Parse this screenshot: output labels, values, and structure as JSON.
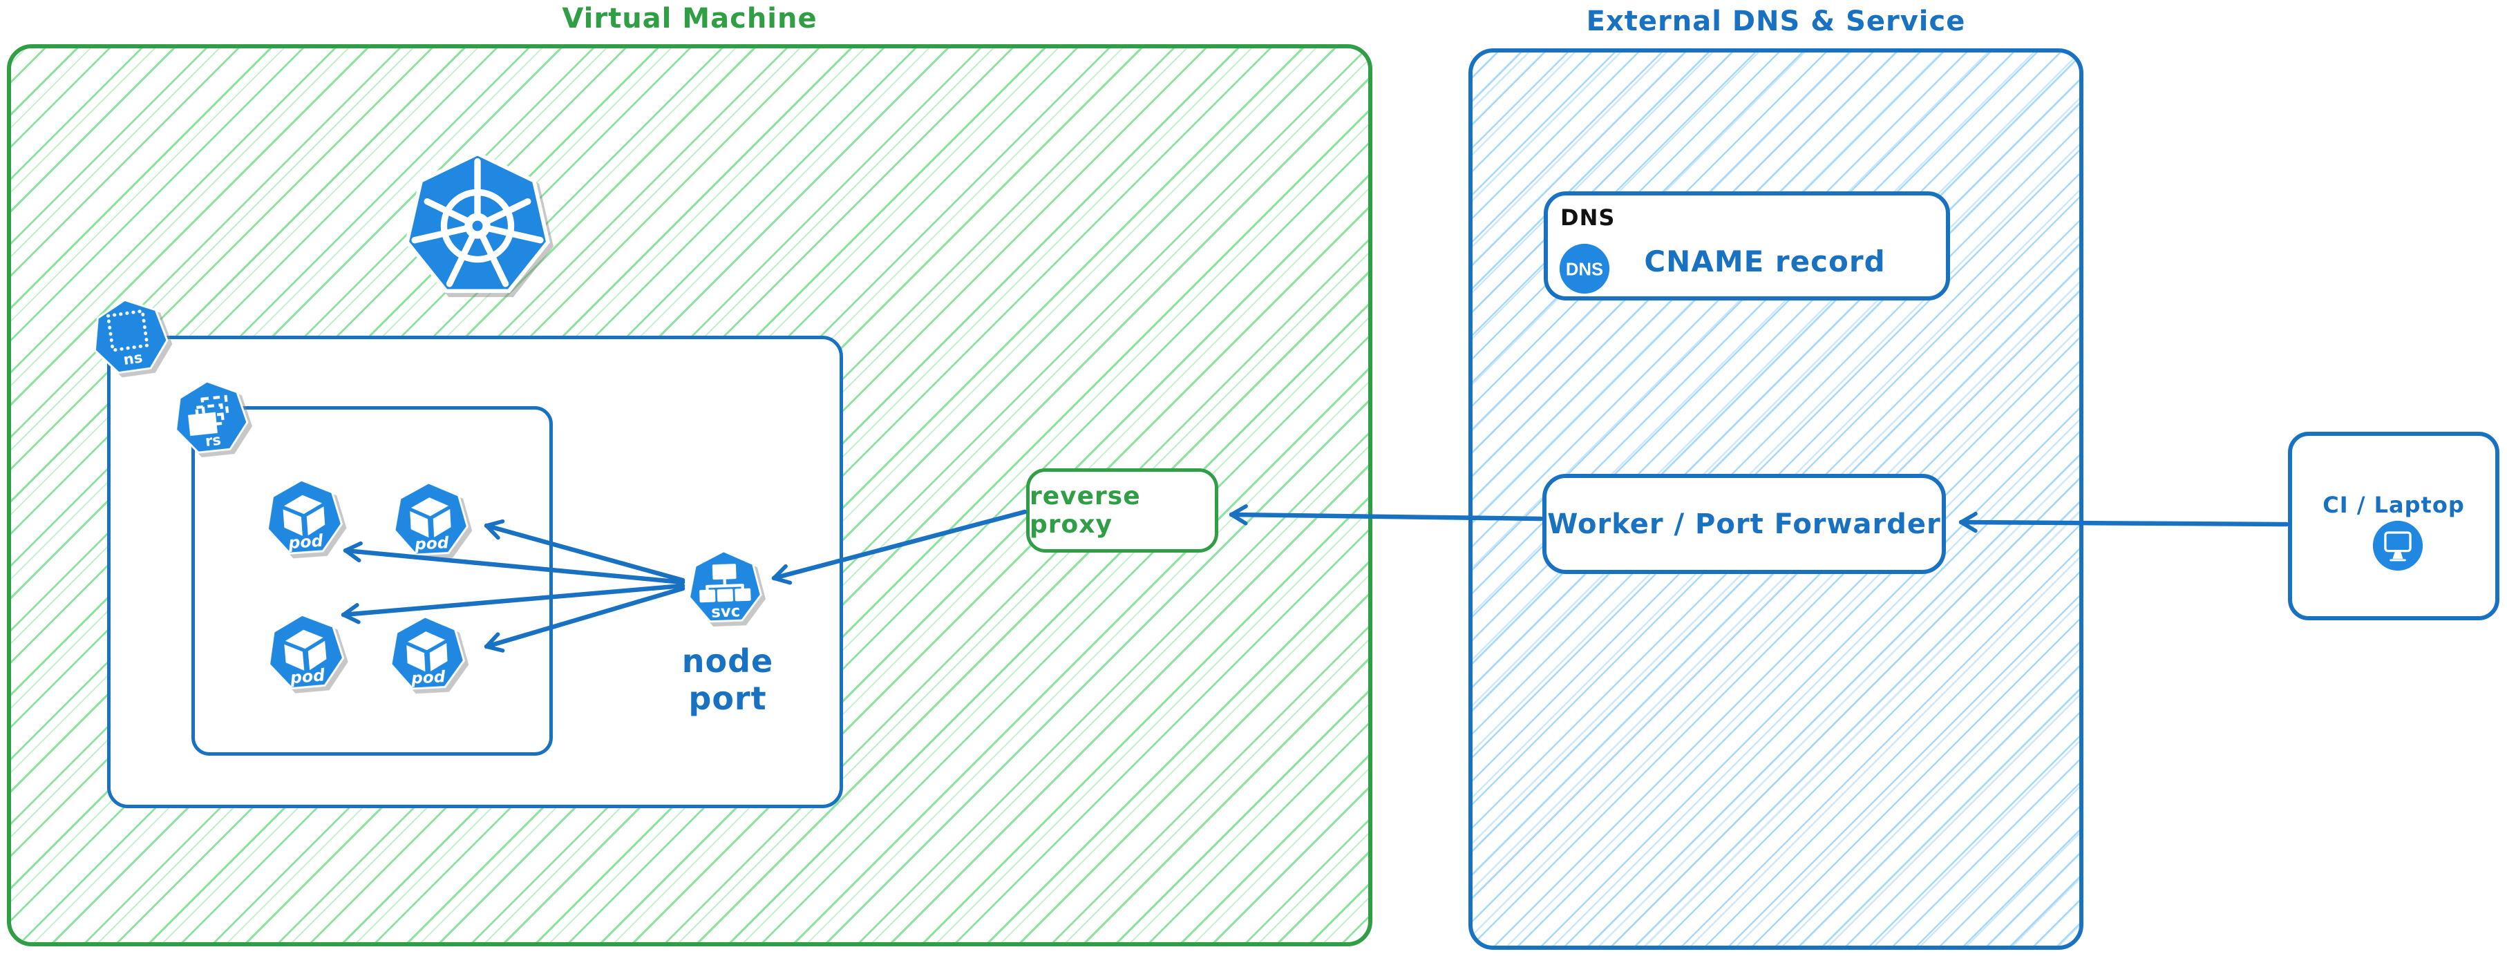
{
  "colors": {
    "green": "#2f9e44",
    "green_hatch": "#8fe3a0",
    "blue": "#1971c2",
    "blue_hatch": "#a8d9fa",
    "icon_blue": "#2088e0",
    "ink": "#111111"
  },
  "vm": {
    "title": "Virtual Machine",
    "namespace_badge": "ns",
    "replicaset_badge": "rs",
    "pods": [
      "pod",
      "pod",
      "pod",
      "pod"
    ],
    "service": {
      "badge": "svc",
      "caption": "node port"
    },
    "reverse_proxy": "reverse proxy"
  },
  "external": {
    "title": "External DNS & Service",
    "dns": {
      "tag": "DNS",
      "badge": "DNS",
      "label": "CNAME record"
    },
    "worker": "Worker / Port Forwarder"
  },
  "client": {
    "label": "CI / Laptop"
  }
}
